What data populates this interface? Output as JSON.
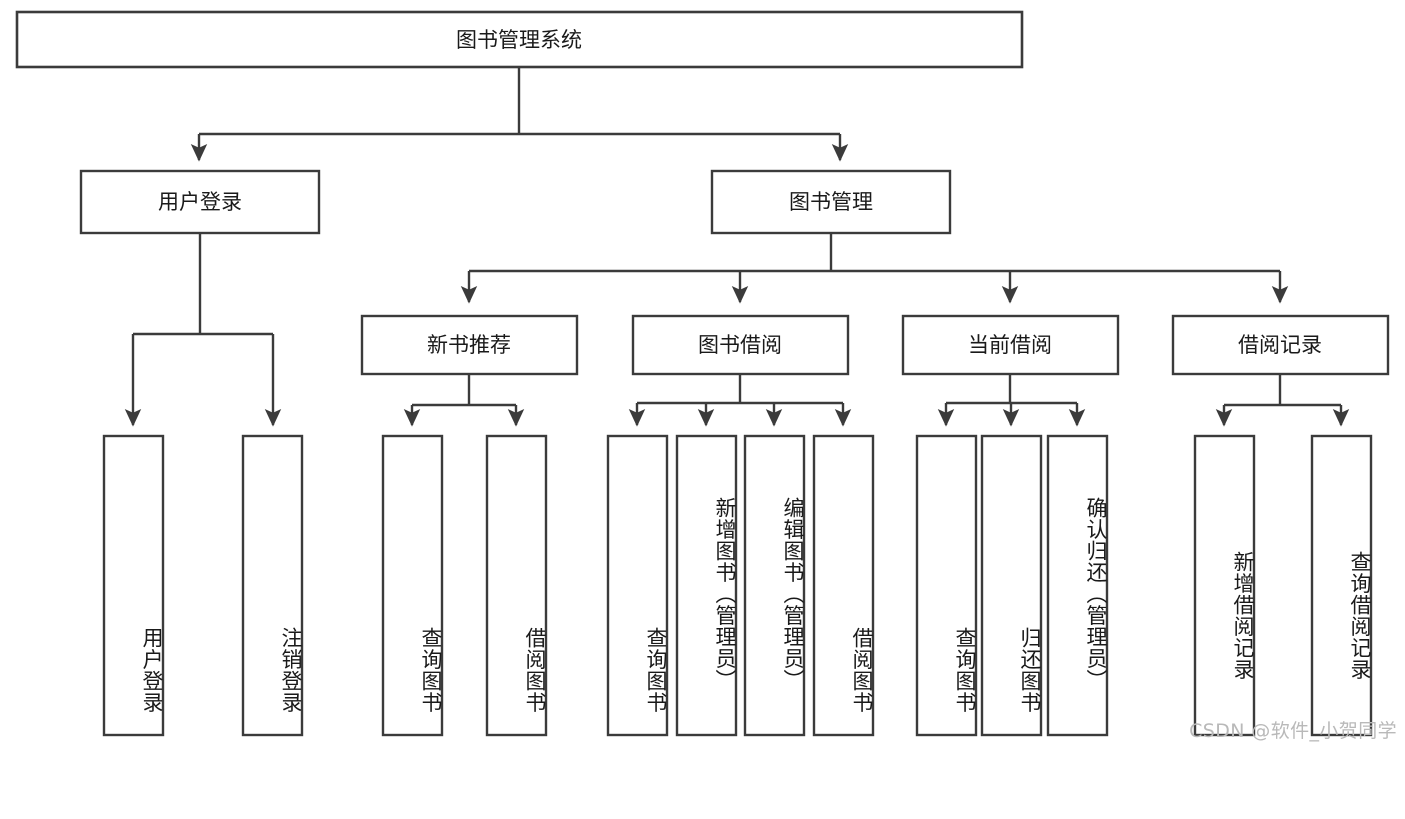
{
  "diagram": {
    "title": "图书管理系统",
    "type": "tree-hierarchy",
    "orientation": "top-down",
    "colors": {
      "stroke": "#3b3b3b",
      "box_fill": "#ffffff",
      "text": "#1a1a1a",
      "background": "#ffffff",
      "watermark": "#b9b9b9"
    }
  },
  "watermark": {
    "text": "CSDN @软件_小贺同学"
  },
  "nodes": {
    "root": {
      "id": "root",
      "label": "图书管理系统",
      "level": 1,
      "orientation": "horizontal"
    },
    "level2": [
      {
        "id": "user-login",
        "label": "用户登录",
        "level": 2,
        "orientation": "horizontal"
      },
      {
        "id": "book-management",
        "label": "图书管理",
        "level": 2,
        "orientation": "horizontal"
      }
    ],
    "level3": [
      {
        "id": "new-book-recommend",
        "label": "新书推荐",
        "level": 3,
        "orientation": "horizontal",
        "parent": "book-management"
      },
      {
        "id": "book-borrow",
        "label": "图书借阅",
        "level": 3,
        "orientation": "horizontal",
        "parent": "book-management"
      },
      {
        "id": "current-borrow",
        "label": "当前借阅",
        "level": 3,
        "orientation": "horizontal",
        "parent": "book-management"
      },
      {
        "id": "borrow-record",
        "label": "借阅记录",
        "level": 3,
        "orientation": "horizontal",
        "parent": "book-management"
      }
    ],
    "leaves": [
      {
        "id": "leaf-user-login",
        "label": "用户登录",
        "parent": "user-login",
        "orientation": "vertical"
      },
      {
        "id": "leaf-logout-login",
        "label": "注销登录",
        "parent": "user-login",
        "orientation": "vertical"
      },
      {
        "id": "leaf-query-book-1",
        "label": "查询图书",
        "parent": "new-book-recommend",
        "orientation": "vertical"
      },
      {
        "id": "leaf-borrow-book-1",
        "label": "借阅图书",
        "parent": "new-book-recommend",
        "orientation": "vertical"
      },
      {
        "id": "leaf-query-book-2",
        "label": "查询图书",
        "parent": "book-borrow",
        "orientation": "vertical"
      },
      {
        "id": "leaf-add-book",
        "label": "新增图书（管理员）",
        "parent": "book-borrow",
        "orientation": "vertical"
      },
      {
        "id": "leaf-edit-book",
        "label": "编辑图书（管理员）",
        "parent": "book-borrow",
        "orientation": "vertical"
      },
      {
        "id": "leaf-borrow-book-2",
        "label": "借阅图书",
        "parent": "book-borrow",
        "orientation": "vertical"
      },
      {
        "id": "leaf-query-book-3",
        "label": "查询图书",
        "parent": "current-borrow",
        "orientation": "vertical"
      },
      {
        "id": "leaf-return-book",
        "label": "归还图书",
        "parent": "current-borrow",
        "orientation": "vertical"
      },
      {
        "id": "leaf-confirm-return",
        "label": "确认归还（管理员）",
        "parent": "current-borrow",
        "orientation": "vertical"
      },
      {
        "id": "leaf-add-record",
        "label": "新增借阅记录",
        "parent": "borrow-record",
        "orientation": "vertical"
      },
      {
        "id": "leaf-query-record",
        "label": "查询借阅记录",
        "parent": "borrow-record",
        "orientation": "vertical"
      }
    ]
  }
}
